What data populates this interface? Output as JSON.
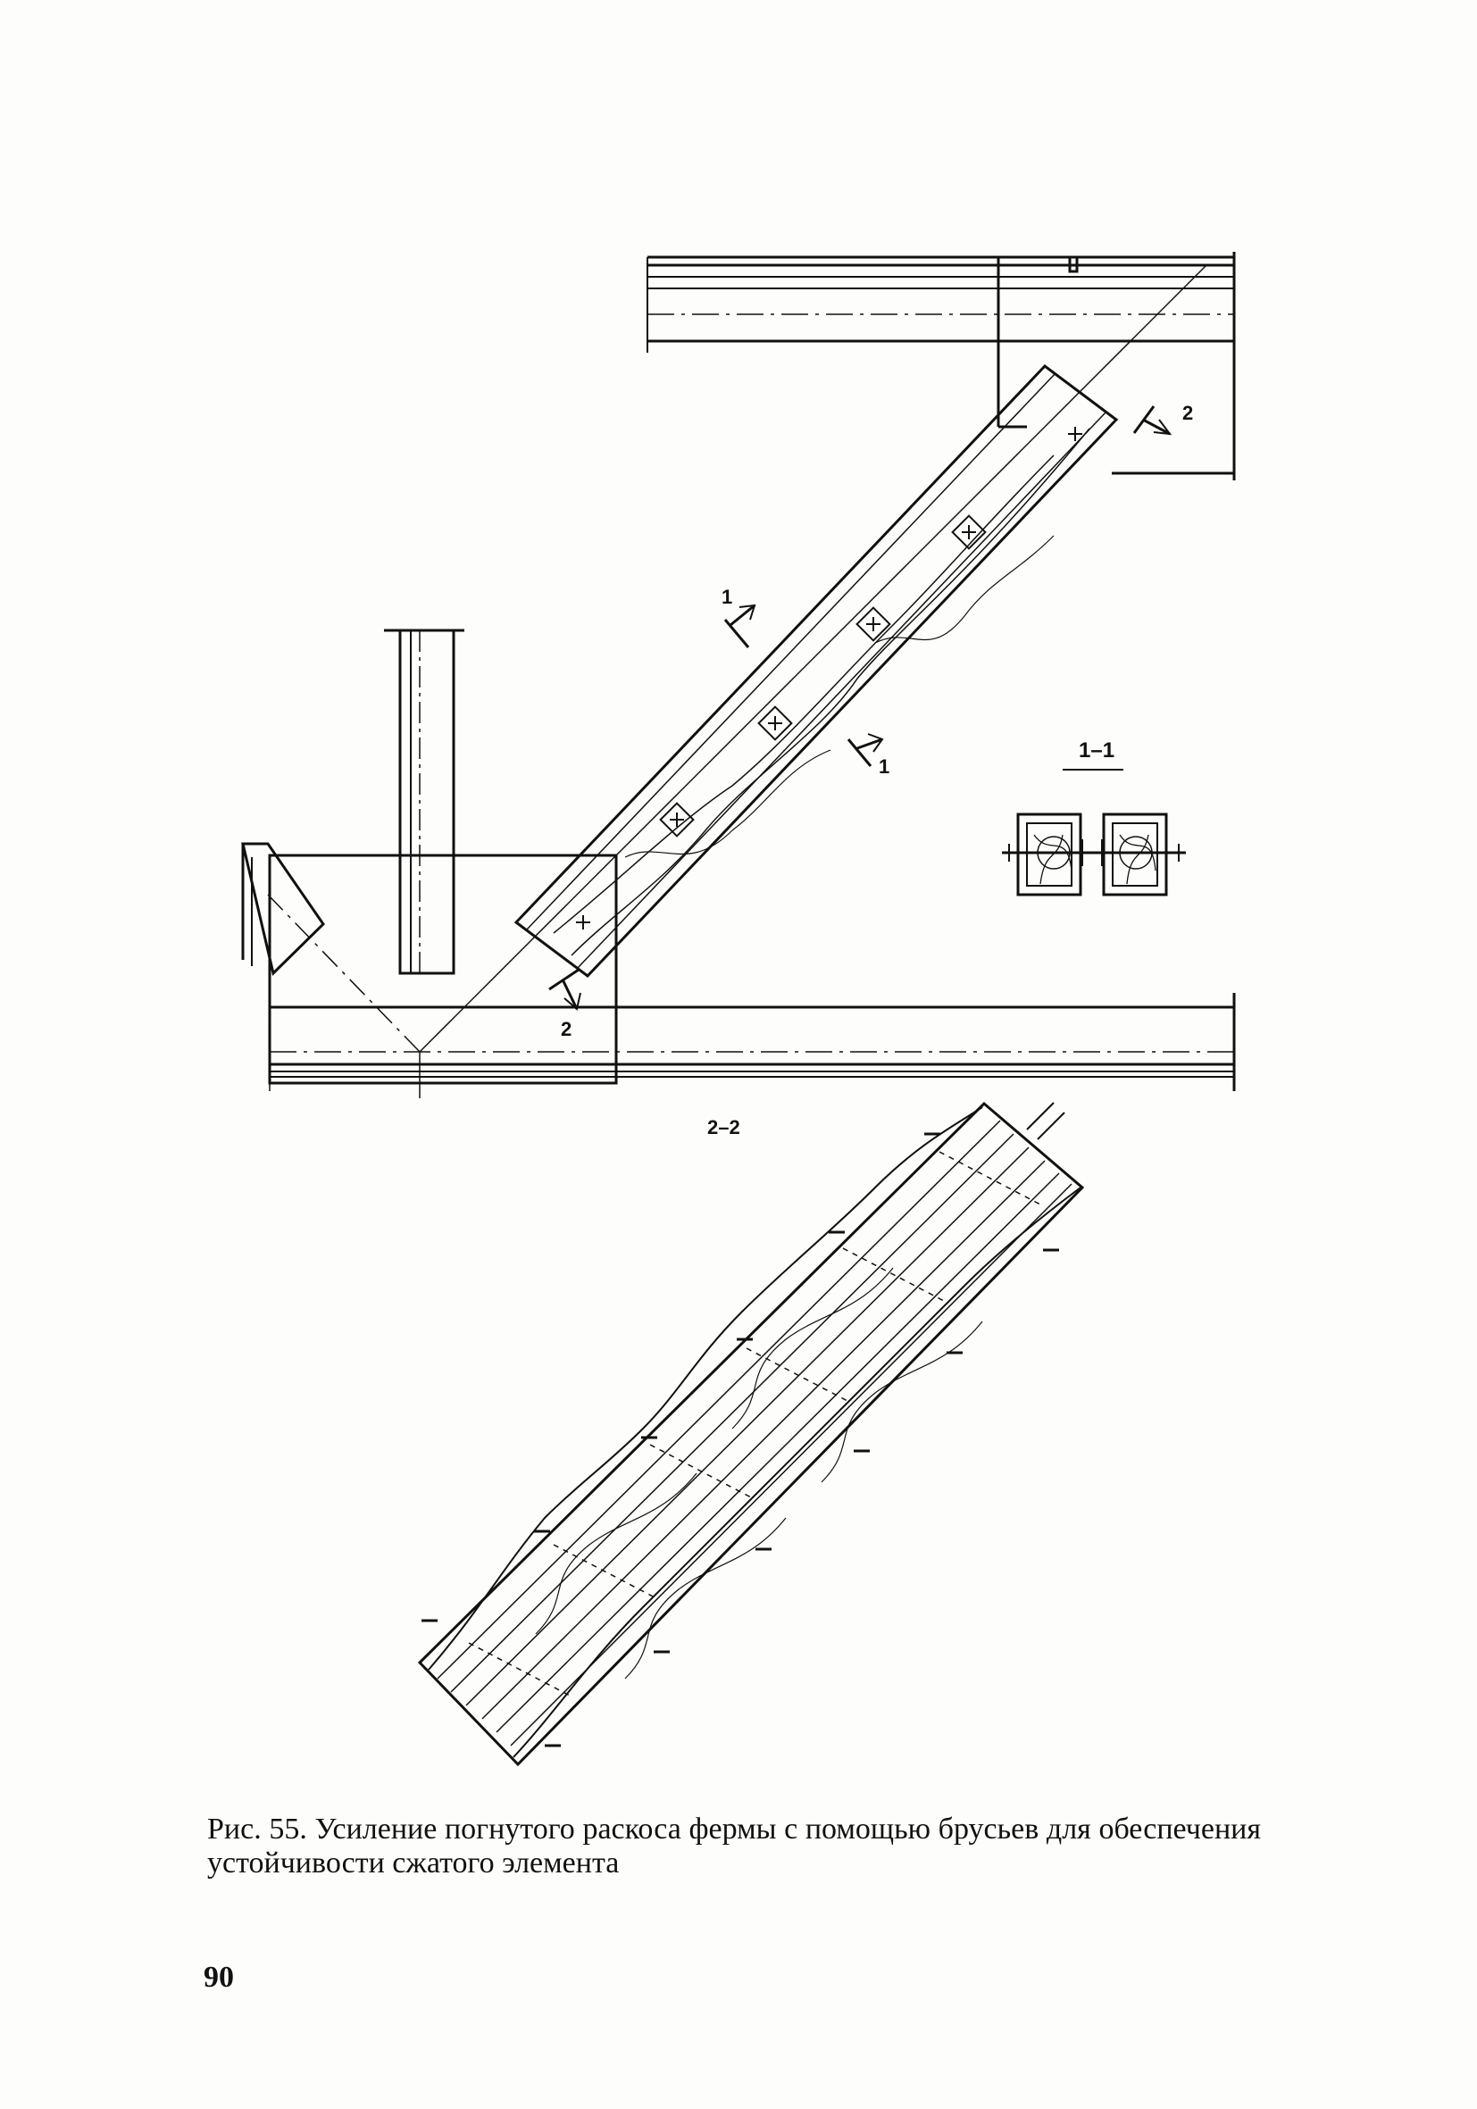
{
  "figure": {
    "section_labels": {
      "section_1_top": "1",
      "section_1_bottom": "1",
      "section_2_top": "2",
      "section_2_bottom": "2",
      "section_1_1_title": "1–1",
      "section_2_2_title": "2–2"
    },
    "caption": "Рис. 55. Усиление погнутого раскоса фермы с помощью брусьев для обеспечения устойчивости сжатого элемента"
  },
  "page": {
    "number": "90"
  }
}
